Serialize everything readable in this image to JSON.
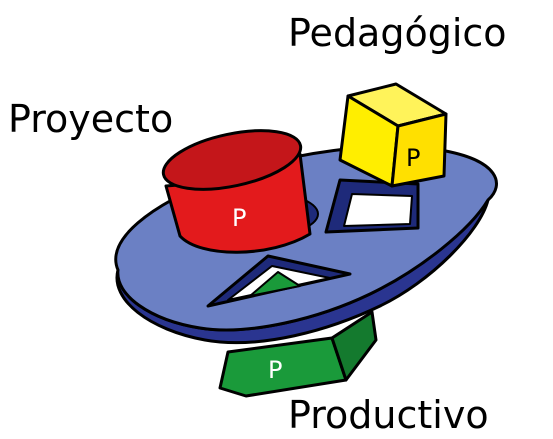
{
  "labels": {
    "pedagogico": "Pedagógico",
    "proyecto": "Proyecto",
    "productivo": "Productivo"
  },
  "shapes": {
    "cylinder_letter": "P",
    "cube_letter": "P",
    "prism_letter": "P"
  },
  "colors": {
    "disc": "#6b80c4",
    "disc_edge": "#2a3590",
    "cylinder": "#e31a1c",
    "cube": "#ffee00",
    "prism": "#1a9a3a",
    "outline": "#000000"
  }
}
